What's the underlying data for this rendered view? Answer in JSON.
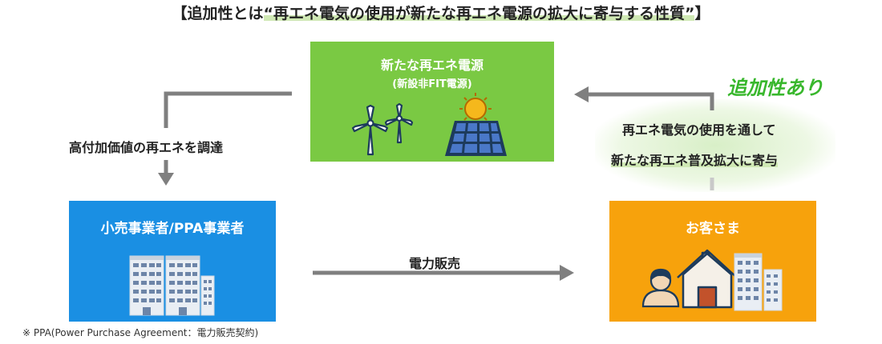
{
  "title": {
    "prefix": "【追加性とは",
    "highlight": "“再エネ電気の使用が新たな再エネ電源の拡大に寄与する性質”",
    "suffix": "】"
  },
  "source_box": {
    "title": "新たな再エネ電源",
    "subtitle": "(新設非FIT電源)",
    "icons": [
      "wind-turbine-icon",
      "wind-turbine-icon",
      "sun-icon",
      "solar-panel-icon"
    ]
  },
  "retail_box": {
    "title": "小売事業者/PPA事業者",
    "icons": [
      "office-building-icon"
    ]
  },
  "customer_box": {
    "title": "お客さま",
    "icons": [
      "person-icon",
      "house-icon",
      "office-building-icon"
    ]
  },
  "labels": {
    "procure": "高付加価値の再エネを調達",
    "sale": "電力販売",
    "contrib_line1": "再エネ電気の使用を通して",
    "contrib_line2": "新たな再エネ普及拡大に寄与",
    "additionality_badge": "追加性あり"
  },
  "footnote": "※ PPA(Power Purchase Agreement：電力販売契約)",
  "colors": {
    "source_green": "#7ac943",
    "retail_blue": "#1a8fe3",
    "customer_orange": "#f7a20c",
    "arrow_gray": "#7f7f7f",
    "badge_green": "#38b72c",
    "highlight_green": "#cfe8b4"
  }
}
